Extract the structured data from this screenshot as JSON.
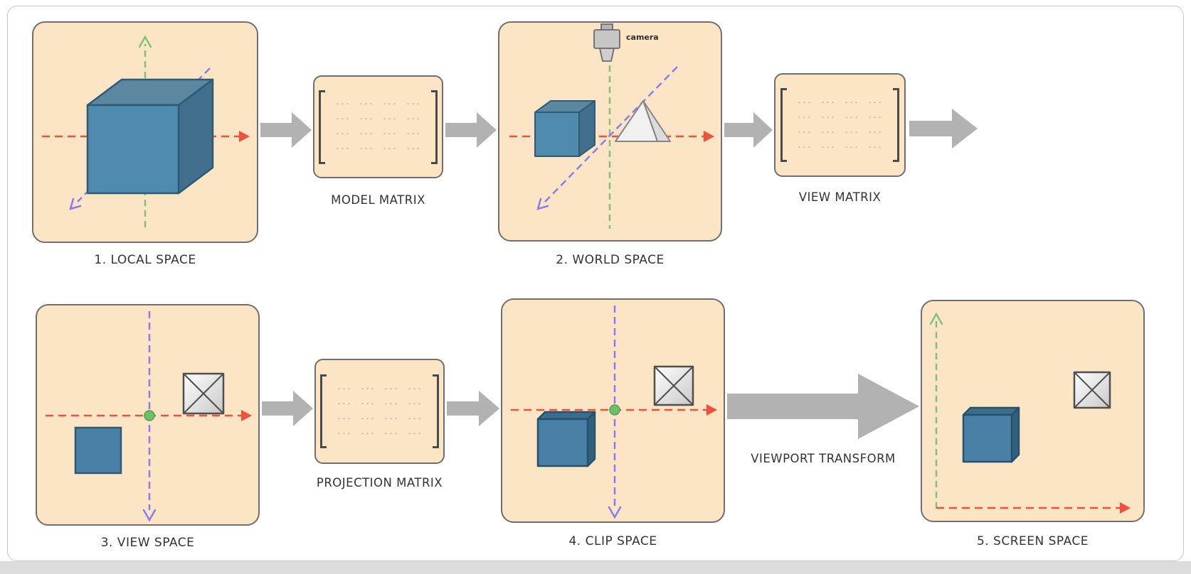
{
  "panels": {
    "local": {
      "label": "1. LOCAL SPACE"
    },
    "world": {
      "label": "2. WORLD SPACE",
      "camera_label": "camera"
    },
    "view": {
      "label": "3. VIEW SPACE"
    },
    "clip": {
      "label": "4. CLIP SPACE"
    },
    "screen": {
      "label": "5. SCREEN SPACE"
    }
  },
  "matrices": {
    "model": {
      "label": "MODEL MATRIX"
    },
    "view": {
      "label": "VIEW MATRIX"
    },
    "projection": {
      "label": "PROJECTION MATRIX"
    },
    "rows": 4,
    "cols": 4,
    "cell": "---"
  },
  "transform_label": "VIEWPORT TRANSFORM",
  "colors": {
    "panel_bg": "#fbe5c5",
    "panel_border": "#6f6f6f",
    "flow_arrow_gray": "#b2b2b2",
    "x_axis_red": "#f0503c",
    "y_axis_green": "#7cc47c",
    "z_axis_purple": "#8b7bf0",
    "cube_blue": "#4a80a5",
    "origin_dot_green": "#6cc06a"
  }
}
